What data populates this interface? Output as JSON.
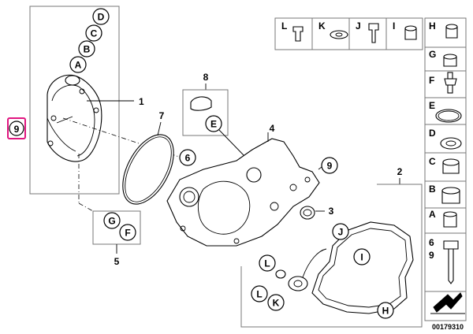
{
  "diagram": {
    "highlighted_ref": "9",
    "part_refs": {
      "cover": "1",
      "gasket": "2",
      "seal": "3",
      "housing": "4",
      "bag_gf": "5",
      "plug": "6",
      "o_ring": "7",
      "cap": "8",
      "screw": "9"
    },
    "detail_letters": {
      "D": "D",
      "C": "C",
      "B": "B",
      "A": "A",
      "E": "E",
      "G": "G",
      "F": "F",
      "I": "I",
      "J": "J",
      "K": "K",
      "L": "L",
      "H": "H"
    },
    "sidebar_top": [
      "L",
      "K",
      "J",
      "I",
      "H"
    ],
    "sidebar_right": [
      "G",
      "F",
      "E",
      "D",
      "C",
      "B",
      "A"
    ],
    "sidebar_bottom_labels": [
      "6",
      "9"
    ],
    "diagram_number": "00179310"
  }
}
